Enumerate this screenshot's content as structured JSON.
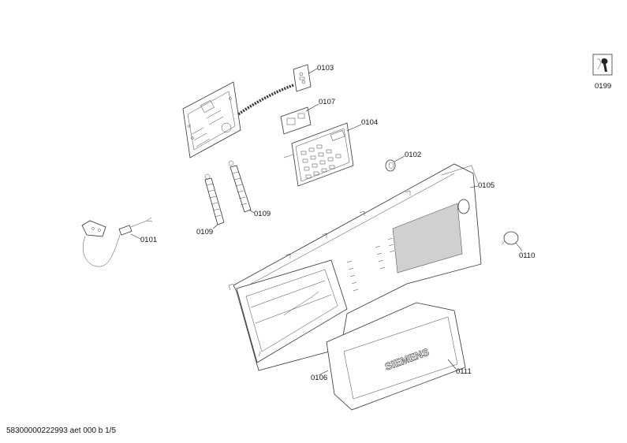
{
  "labels": {
    "p0103": "0103",
    "p0107": "0107",
    "p0104": "0104",
    "p0102": "0102",
    "p0105": "0105",
    "p0101": "0101",
    "p0109a": "0109",
    "p0109b": "0109",
    "p0110": "0110",
    "p0106": "0106",
    "p0111": "0111",
    "p0199": "0199"
  },
  "brand": "SIEMENS",
  "footer": "58300000222993 aet 000 b 1/5",
  "icons": {
    "service": "wrench-service-icon"
  }
}
